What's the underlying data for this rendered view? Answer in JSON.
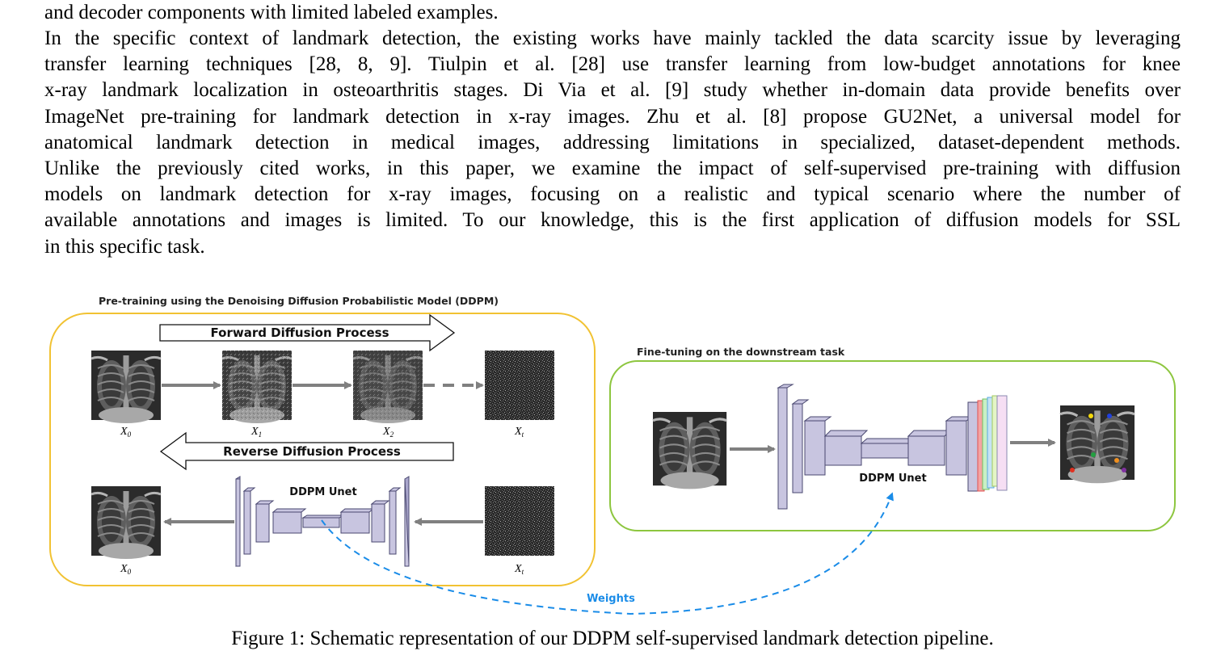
{
  "text": {
    "top_line": "and decoder components with limited labeled examples.",
    "para_lines": [
      "In the specific context of landmark detection, the existing works have mainly tackled the data scarcity issue by leveraging",
      "transfer learning techniques [28, 8, 9]. Tiulpin et al. [28] use transfer learning from low-budget annotations for knee",
      "x-ray landmark localization in osteoarthritis stages. Di Via et al. [9] study whether in-domain data provide benefits over",
      "ImageNet pre-training for landmark detection in x-ray images. Zhu et al. [8] propose GU2Net, a universal model for",
      "anatomical landmark detection in medical images, addressing limitations in specialized, dataset-dependent methods.",
      "Unlike the previously cited works, in this paper, we examine the impact of self-supervised pre-training with diffusion",
      "models on landmark detection for x-ray images, focusing on a realistic and typical scenario where the number of",
      "available annotations and images is limited. To our knowledge, this is the first application of diffusion models for SSL",
      "in this specific task."
    ],
    "caption": "Figure 1: Schematic representation of our DDPM self-supervised landmark detection pipeline."
  },
  "figure": {
    "pretrain_title": "Pre-training using the Denoising Diffusion Probabilistic Model (DDPM)",
    "forward_label": "Forward Diffusion Process",
    "reverse_label": "Reverse Diffusion Process",
    "unet_label_left": "DDPM Unet",
    "finetune_title": "Fine-tuning on the downstream task",
    "unet_label_right": "DDPM Unet",
    "weights_label": "Weights",
    "x0": "X",
    "x0_sub": "0",
    "x1": "X",
    "x1_sub": "1",
    "x2": "X",
    "x2_sub": "2",
    "xt": "X",
    "xt_sub": "t",
    "x0b": "X",
    "x0b_sub": "0",
    "xtb": "X",
    "xtb_sub": "t"
  },
  "colors": {
    "pretrain_border": "#f1c232",
    "finetune_border": "#8dc63f",
    "block_fill": "#c8c5e0",
    "block_stroke": "#4a4870",
    "arrow_gray": "#808080",
    "weights_blue": "#1a8ce8"
  }
}
